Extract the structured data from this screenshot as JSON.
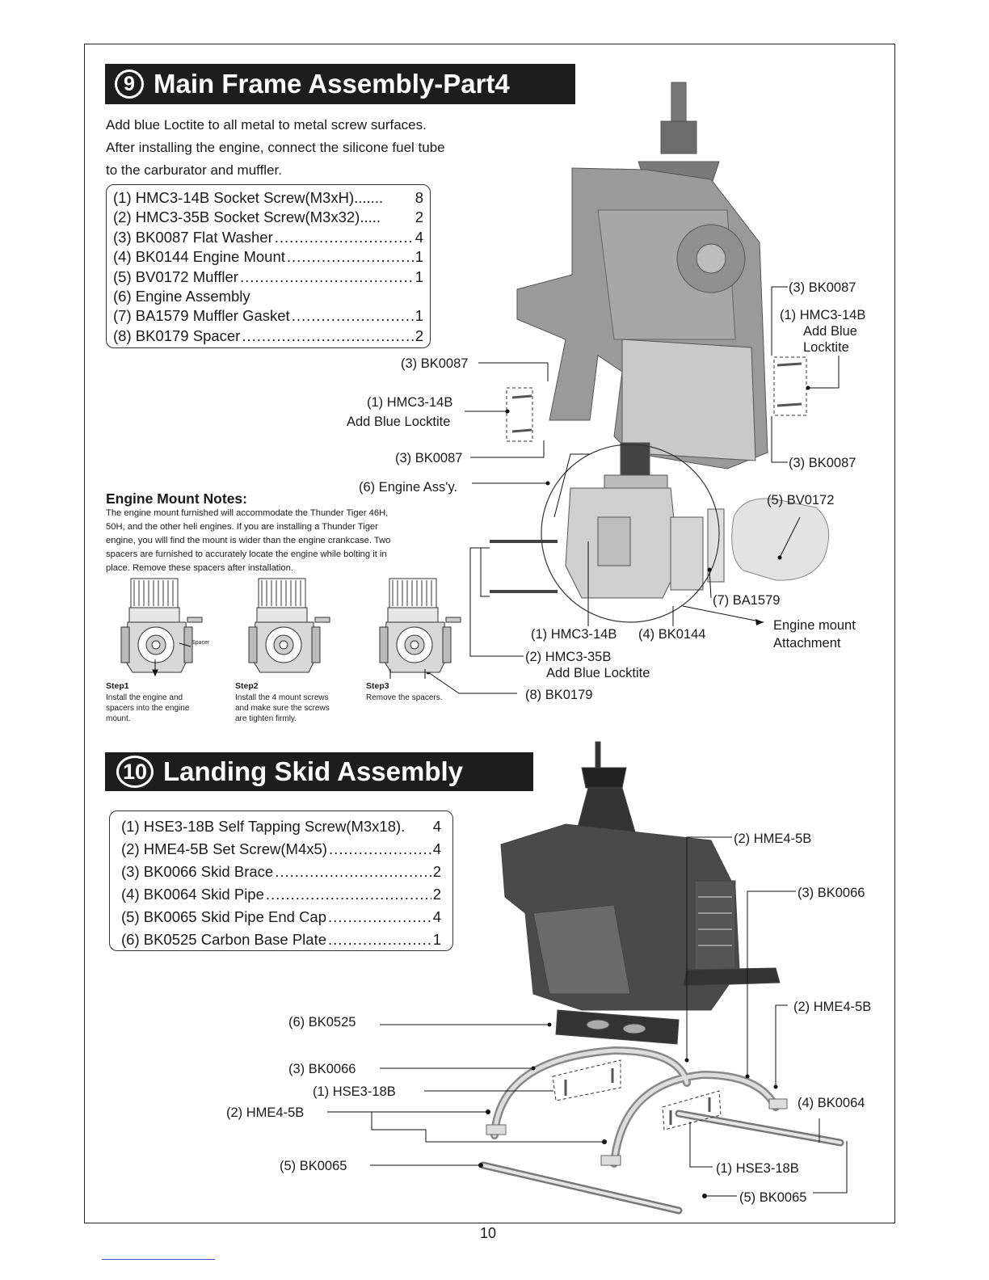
{
  "section9": {
    "number": "9",
    "title": "Main Frame Assembly-Part4",
    "intro": [
      "Add blue Loctite to all metal to metal screw surfaces.",
      "After installing the engine, connect the silicone fuel tube",
      "to the carburator and muffler."
    ],
    "parts": [
      {
        "name": "(1) HMC3-14B Socket Screw(M3xH).......",
        "qty": "8"
      },
      {
        "name": "(2) HMC3-35B Socket Screw(M3x32).....",
        "qty": "2"
      },
      {
        "name": "(3) BK0087 Flat Washer",
        "qty": "4"
      },
      {
        "name": "(4) BK0144 Engine Mount",
        "qty": "1"
      },
      {
        "name": "(5) BV0172 Muffler",
        "qty": "1"
      },
      {
        "name": "(6) Engine Assembly",
        "qty": ""
      },
      {
        "name": "(7) BA1579 Muffler Gasket",
        "qty": "1"
      },
      {
        "name": "(8) BK0179 Spacer",
        "qty": "2"
      }
    ],
    "callouts": {
      "bk0087_a": "(3) BK0087",
      "hmc314b_a": "(1) HMC3-14B",
      "add_blue_a": "Add Blue Locktite",
      "bk0087_b": "(3) BK0087",
      "engine_assy": "(6) Engine Ass'y.",
      "bk0087_r1": "(3) BK0087",
      "hmc314b_r": "(1) HMC3-14B",
      "add_blue_r1": "Add Blue",
      "add_blue_r2": "Locktite",
      "bk0087_r2": "(3) BK0087",
      "bv0172": "(5) BV0172",
      "ba1579": "(7) BA1579",
      "engine_mount_1": "Engine mount",
      "engine_mount_2": "Attachment",
      "hmc314b_b": "(1) HMC3-14B",
      "bk0144": "(4) BK0144",
      "hmc335b": "(2) HMC3-35B",
      "add_blue_b": "Add Blue Locktite",
      "bk0179": "(8) BK0179"
    },
    "notes_title": "Engine Mount Notes:",
    "notes_text": [
      "The engine mount furnished will accommodate the Thunder Tiger 46H,",
      "50H, and the other heli engines.  If you are installing a Thunder Tiger",
      "engine, you will find the mount is wider than the engine crankcase.  Two",
      "spacers are furnished to accurately locate the engine while bolting it in",
      "place. Remove these spacers after installation."
    ],
    "spacer_label": "Spacer",
    "steps": [
      {
        "title": "Step1",
        "text": [
          "Install  the  engine  and",
          "spacers  into  the  engine",
          "mount."
        ]
      },
      {
        "title": "Step2",
        "text": [
          "Install the 4 mount screws",
          "and make sure the screws",
          "are tighten firmly."
        ]
      },
      {
        "title": "Step3",
        "text": [
          "Remove the spacers."
        ]
      }
    ]
  },
  "section10": {
    "number": "10",
    "title": "Landing Skid Assembly",
    "parts": [
      {
        "name": "(1) HSE3-18B Self Tapping Screw(M3x18).",
        "qty": "4"
      },
      {
        "name": "(2) HME4-5B Set Screw(M4x5)",
        "qty": "4"
      },
      {
        "name": "(3) BK0066 Skid Brace",
        "qty": "2"
      },
      {
        "name": "(4) BK0064 Skid Pipe",
        "qty": "2"
      },
      {
        "name": "(5) BK0065 Skid Pipe End Cap",
        "qty": "4"
      },
      {
        "name": "(6) BK0525 Carbon Base Plate",
        "qty": "1"
      }
    ],
    "callouts": {
      "hme45b_top": "(2) HME4-5B",
      "bk0066_r": "(3) BK0066",
      "hme45b_r": "(2) HME4-5B",
      "bk0525": "(6) BK0525",
      "bk0066_l": "(3) BK0066",
      "hse318b_l": "(1) HSE3-18B",
      "hme45b_l": "(2) HME4-5B",
      "bk0064": "(4) BK0064",
      "bk0065_l": "(5) BK0065",
      "hse318b_b": "(1) HSE3-18B",
      "bk0065_r": "(5) BK0065"
    }
  },
  "page_number": "10"
}
